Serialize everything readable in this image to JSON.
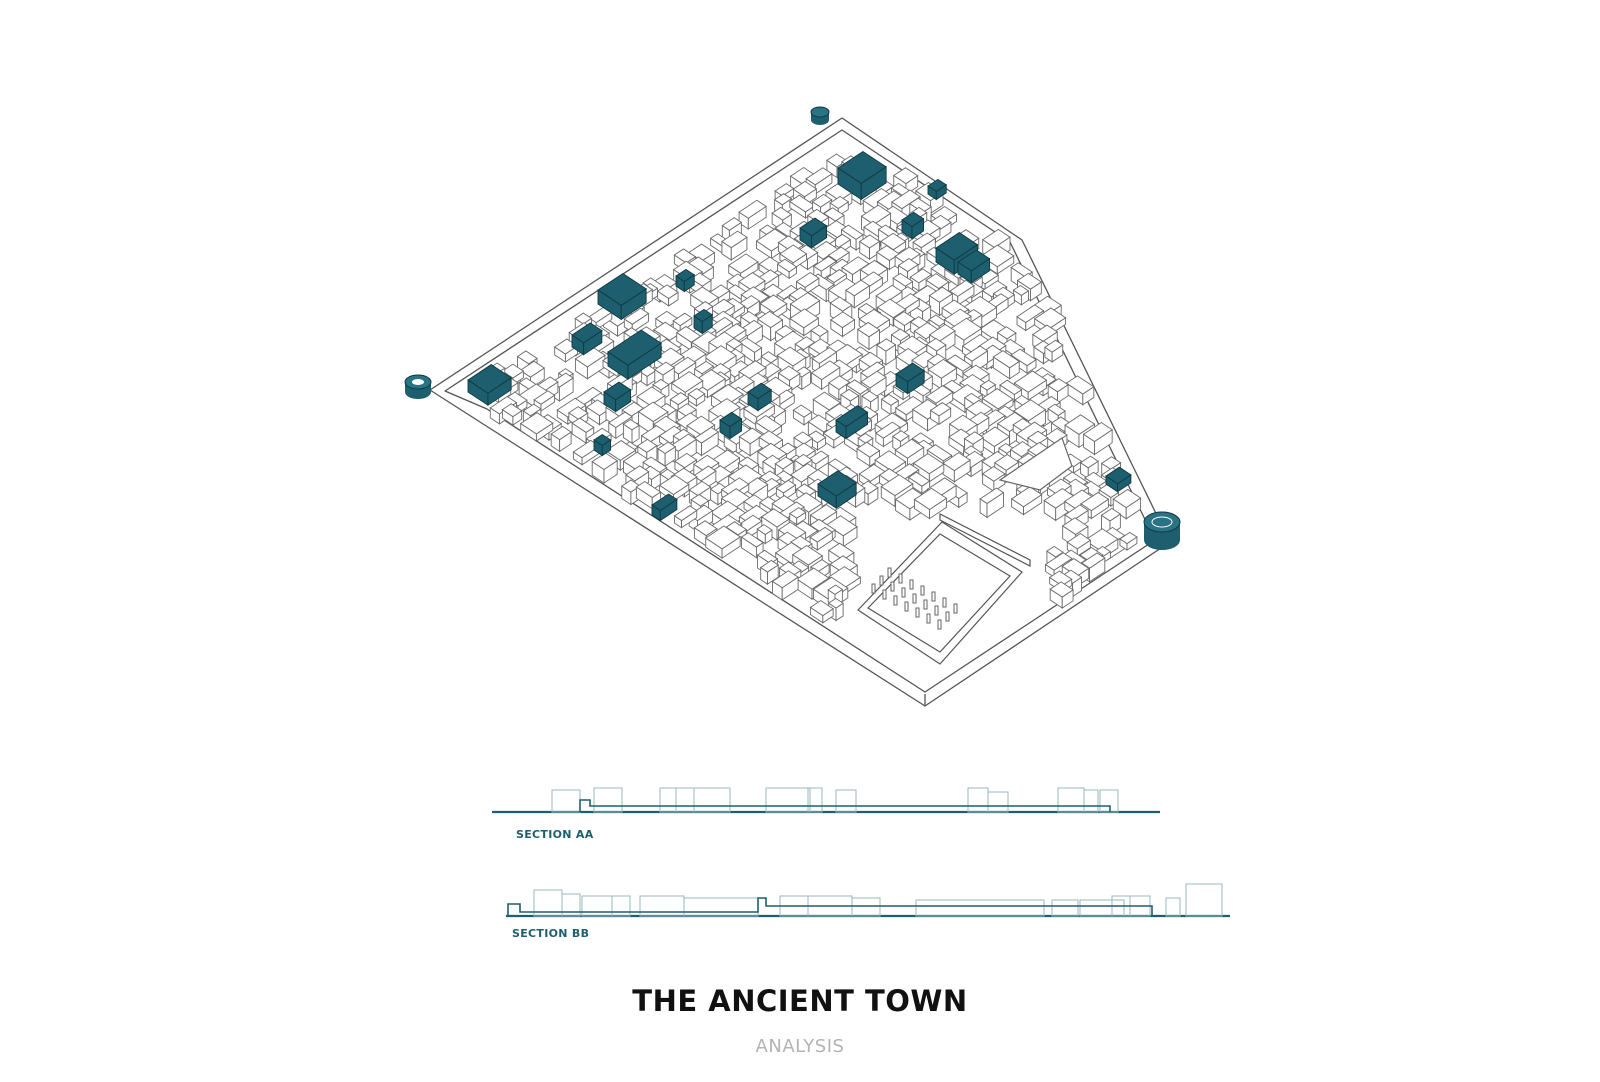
{
  "colors": {
    "accent": "#1d5f6e",
    "line": "#555555",
    "light_line": "#9ab8be",
    "subtitle": "#b3b3b3",
    "title": "#111111"
  },
  "sections": [
    {
      "id": "aa",
      "label": "SECTION AA"
    },
    {
      "id": "bb",
      "label": "SECTION BB"
    }
  ],
  "title": "THE ANCIENT TOWN",
  "subtitle": "ANALYSIS"
}
